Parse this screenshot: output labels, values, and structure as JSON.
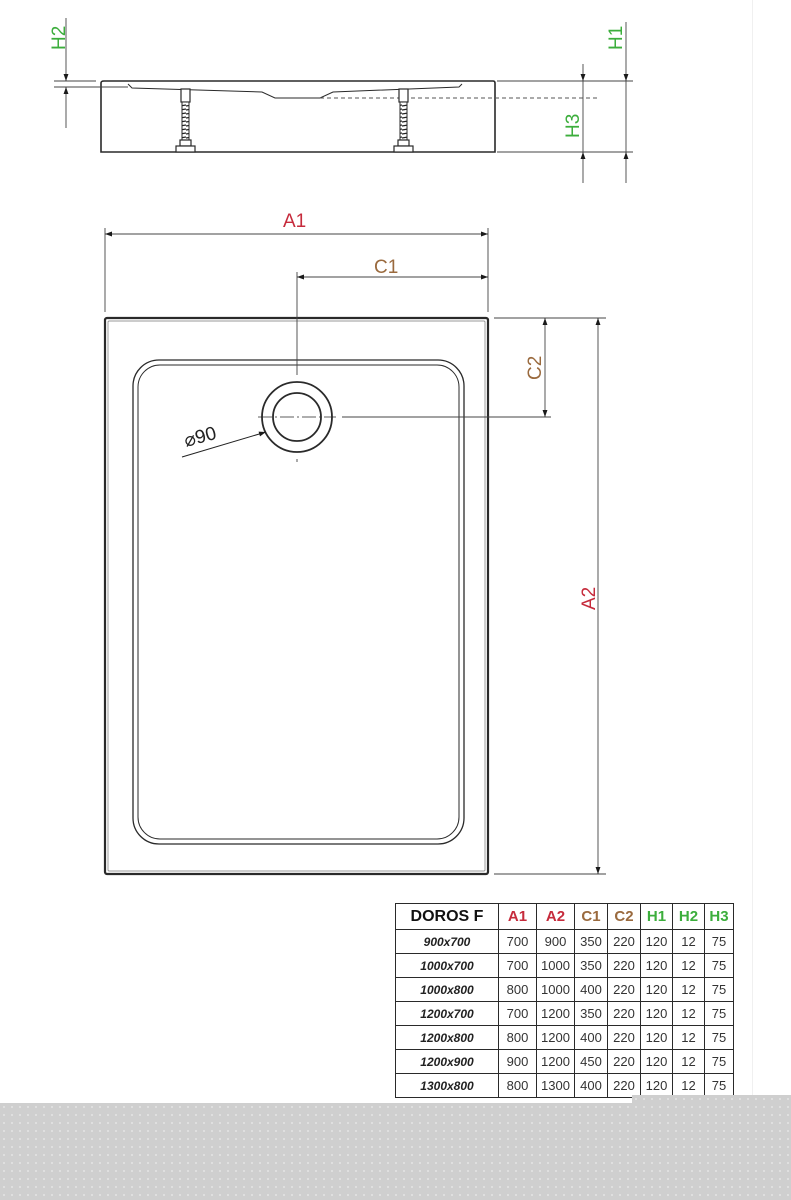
{
  "colors": {
    "a_dims": "#c62b3c",
    "c_dims": "#9a6a3e",
    "h_dims": "#3cae3c",
    "line": "#2a2a2a",
    "overlay": "#cfcfcf"
  },
  "side_view": {
    "labels": {
      "h1": "H1",
      "h2": "H2",
      "h3": "H3"
    }
  },
  "top_view": {
    "labels": {
      "a1": "A1",
      "a2": "A2",
      "c1": "C1",
      "c2": "C2",
      "drain_diameter": "⌀90"
    }
  },
  "table": {
    "title": "DOROS F",
    "columns": [
      {
        "key": "A1",
        "label": "A1",
        "color": "#c62b3c"
      },
      {
        "key": "A2",
        "label": "A2",
        "color": "#c62b3c"
      },
      {
        "key": "C1",
        "label": "C1",
        "color": "#9a6a3e"
      },
      {
        "key": "C2",
        "label": "C2",
        "color": "#9a6a3e"
      },
      {
        "key": "H1",
        "label": "H1",
        "color": "#3cae3c"
      },
      {
        "key": "H2",
        "label": "H2",
        "color": "#3cae3c"
      },
      {
        "key": "H3",
        "label": "H3",
        "color": "#3cae3c"
      }
    ],
    "rows": [
      {
        "model": "900x700",
        "values": [
          "700",
          "900",
          "350",
          "220",
          "120",
          "12",
          "75"
        ]
      },
      {
        "model": "1000x700",
        "values": [
          "700",
          "1000",
          "350",
          "220",
          "120",
          "12",
          "75"
        ]
      },
      {
        "model": "1000x800",
        "values": [
          "800",
          "1000",
          "400",
          "220",
          "120",
          "12",
          "75"
        ]
      },
      {
        "model": "1200x700",
        "values": [
          "700",
          "1200",
          "350",
          "220",
          "120",
          "12",
          "75"
        ]
      },
      {
        "model": "1200x800",
        "values": [
          "800",
          "1200",
          "400",
          "220",
          "120",
          "12",
          "75"
        ]
      },
      {
        "model": "1200x900",
        "values": [
          "900",
          "1200",
          "450",
          "220",
          "120",
          "12",
          "75"
        ]
      },
      {
        "model": "1300x800",
        "values": [
          "800",
          "1300",
          "400",
          "220",
          "120",
          "12",
          "75"
        ]
      }
    ]
  }
}
